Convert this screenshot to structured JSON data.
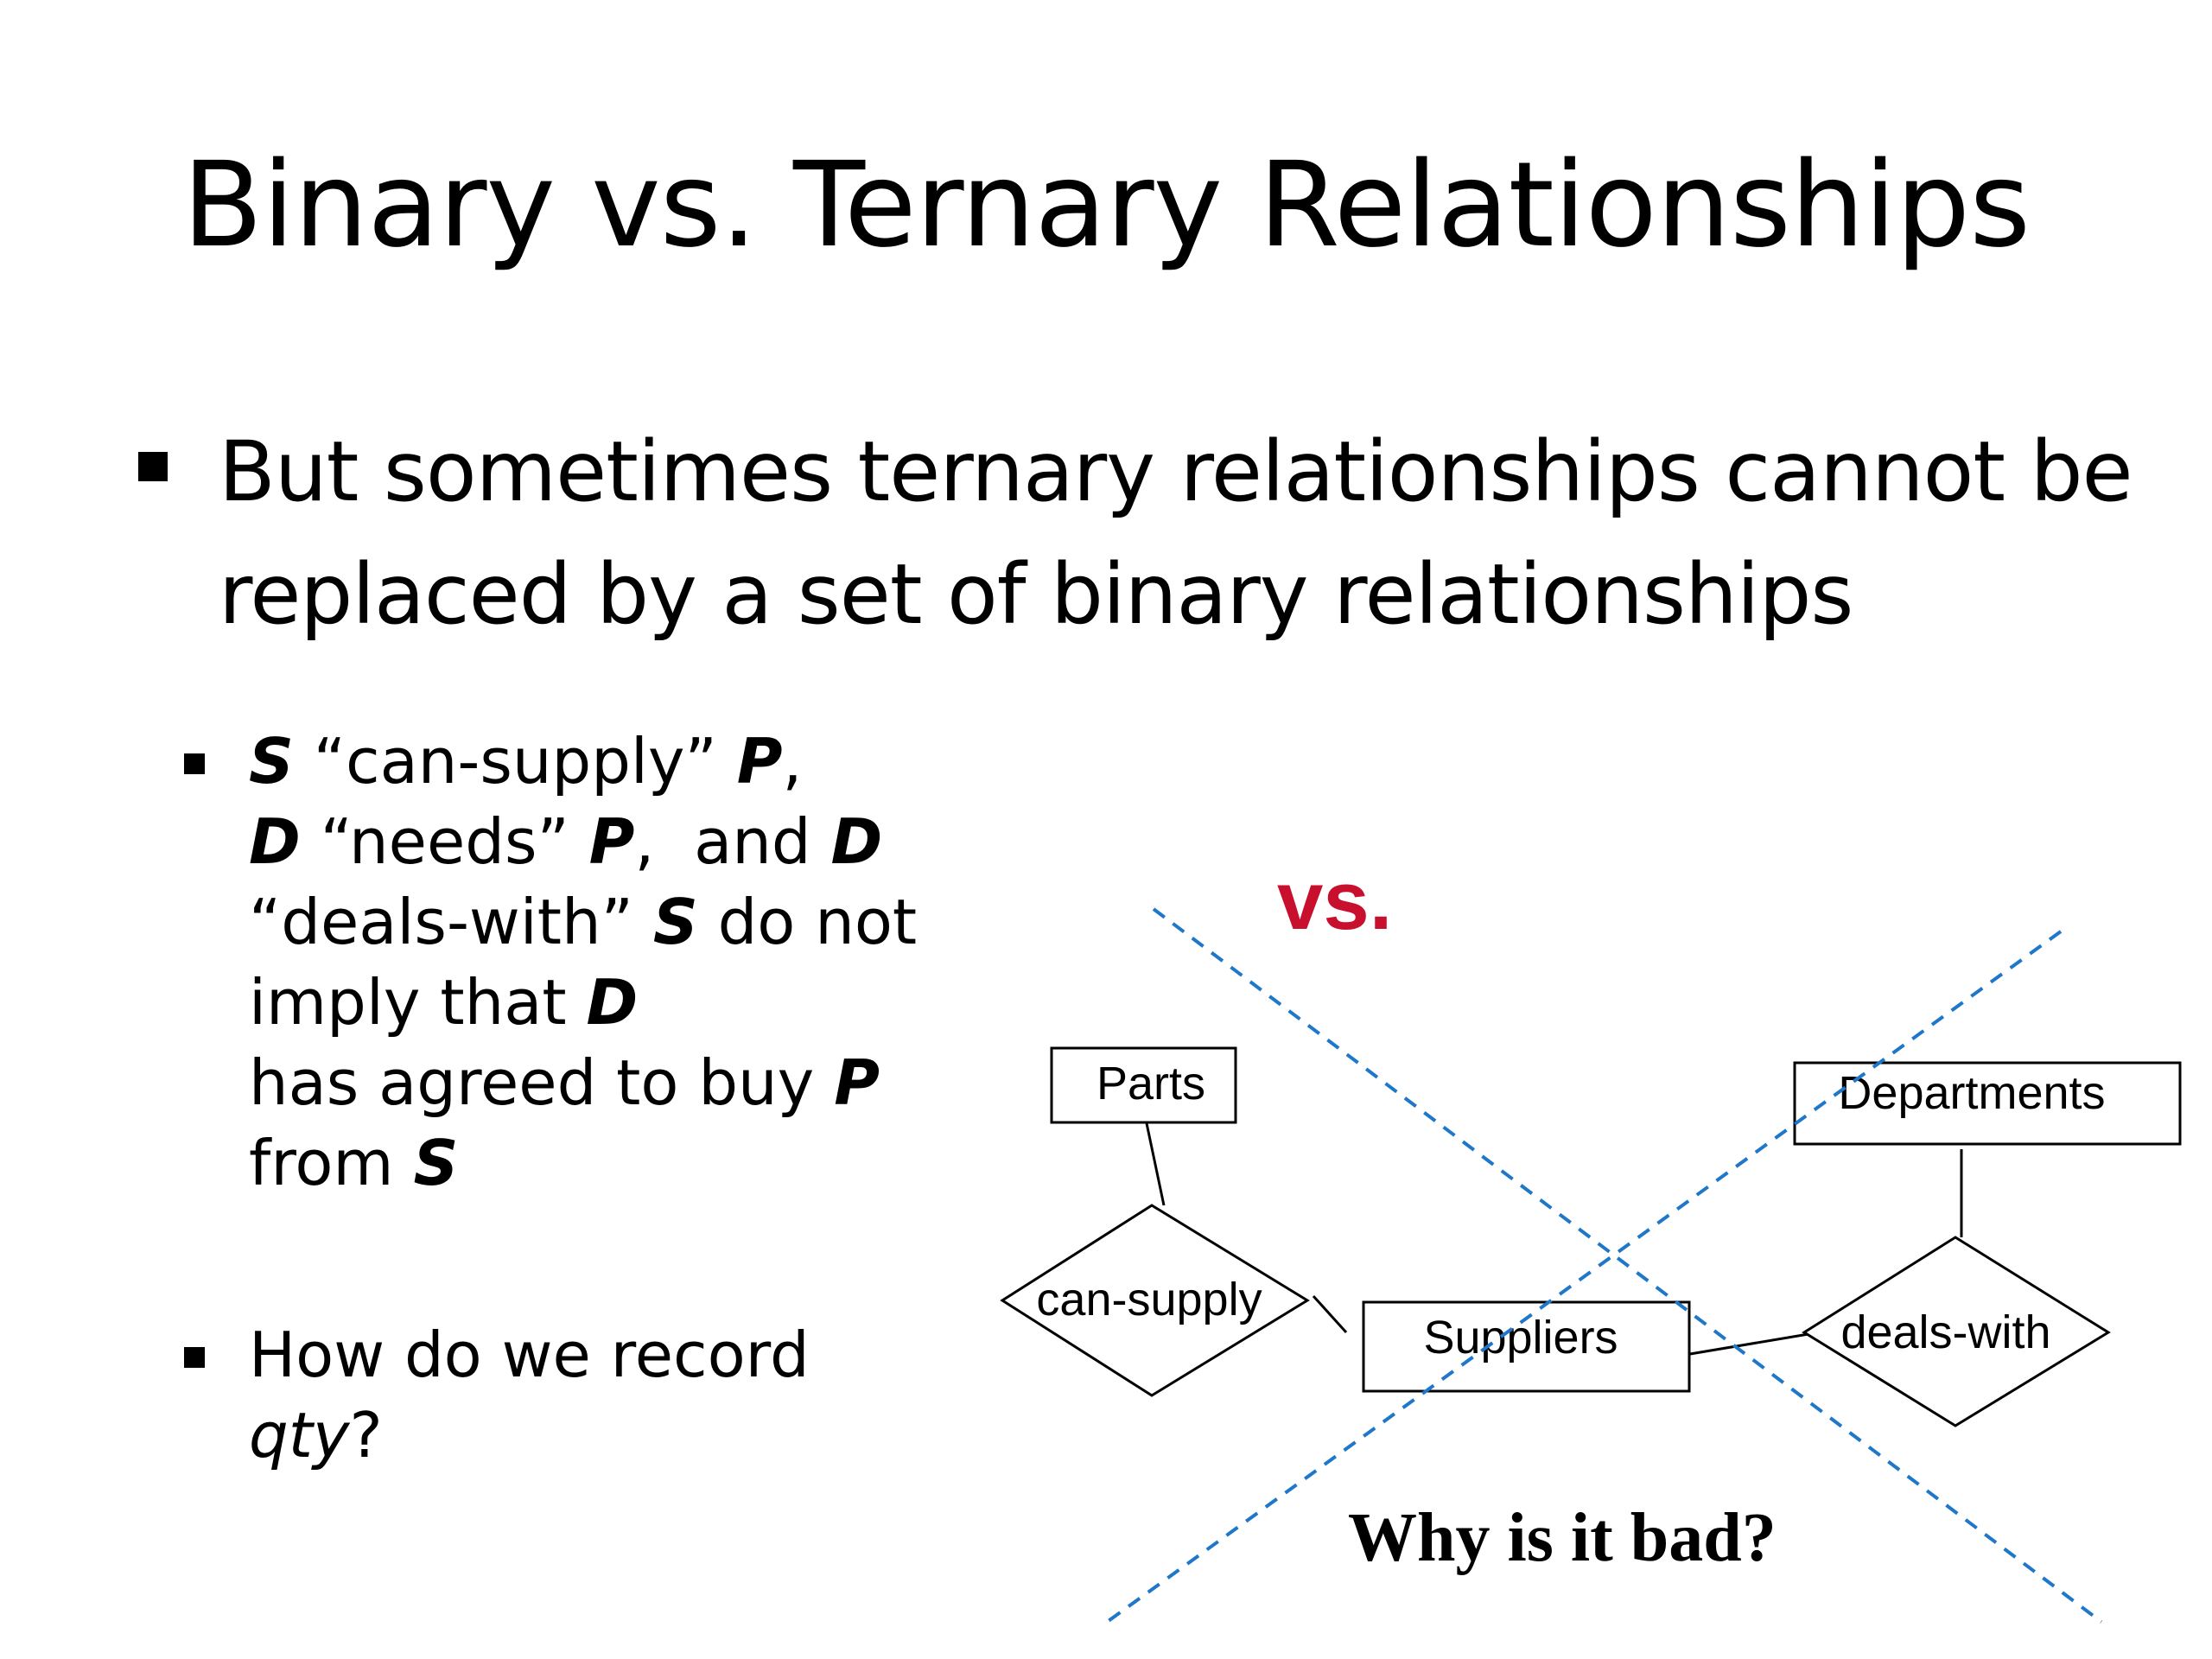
{
  "slide": {
    "title": "Binary vs. Ternary Relationships",
    "bullet": "But sometimes ternary relationships cannot be replaced by a set of binary relationships",
    "sub1": {
      "l1": {
        "s": "S",
        "quote": " “can-supply” ",
        "p": "P",
        "comma": ","
      },
      "l2": {
        "d": "D",
        "quote": " “needs” ",
        "p": "P",
        "and": ",  and ",
        "d2": "D"
      },
      "l3": {
        "quote": "“deals-with” ",
        "s": "S",
        "rest": " do not"
      },
      "l4": {
        "text": "imply that ",
        "d": "D"
      },
      "l5": {
        "text": "has agreed to buy ",
        "p": "P"
      },
      "l6": {
        "text": "from ",
        "s": "S"
      }
    },
    "sub2": {
      "l1": "How do we record",
      "qty": "qty",
      "q": "?"
    },
    "vs_label": "vs.",
    "why_label": "Why is it bad?"
  },
  "diagram": {
    "entities": {
      "parts": "Parts",
      "suppliers": "Suppliers",
      "departments": "Departments"
    },
    "relationships": {
      "can_supply": "can-supply",
      "deals_with": "deals-with"
    },
    "cross_color": "#1f77c9",
    "vs_color": "#c8102e"
  }
}
